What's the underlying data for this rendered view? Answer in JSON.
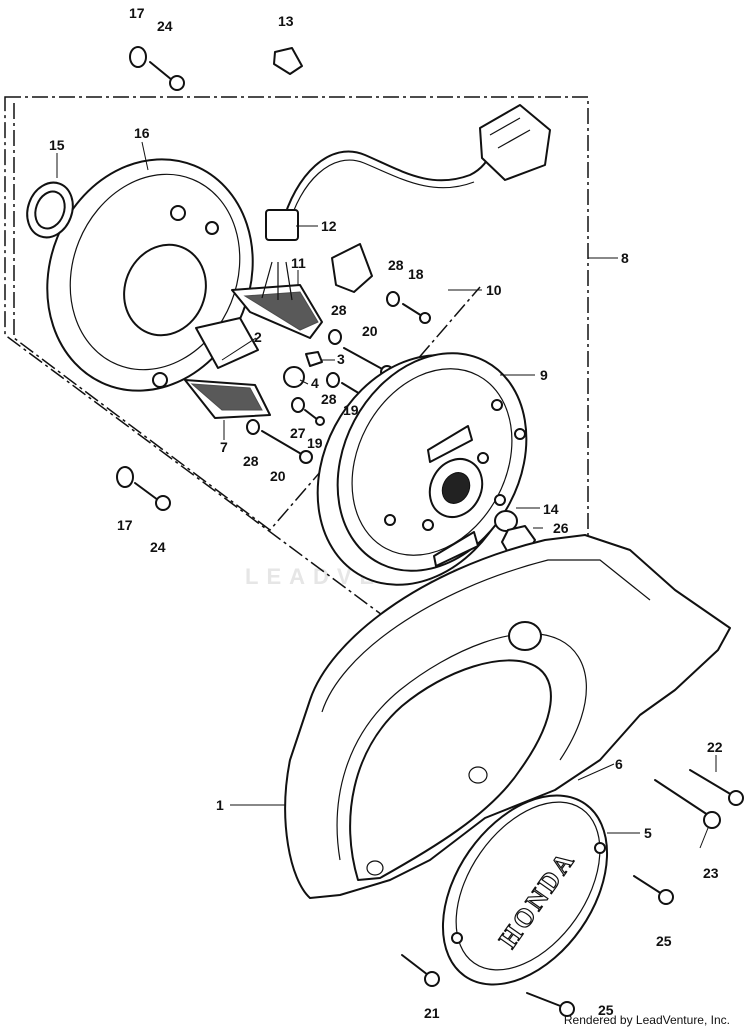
{
  "callouts": {
    "c1": "1",
    "c2": "2",
    "c3": "3",
    "c4": "4",
    "c5": "5",
    "c6": "6",
    "c7": "7",
    "c8": "8",
    "c9": "9",
    "c10": "10",
    "c11": "11",
    "c12": "12",
    "c13": "13",
    "c14": "14",
    "c15": "15",
    "c16": "16",
    "c17a": "17",
    "c17b": "17",
    "c18": "18",
    "c19a": "19",
    "c19b": "19",
    "c20a": "20",
    "c20b": "20",
    "c21": "21",
    "c22": "22",
    "c23": "23",
    "c24a": "24",
    "c24b": "24",
    "c25a": "25",
    "c25b": "25",
    "c26": "26",
    "c27": "27",
    "c28a": "28",
    "c28b": "28",
    "c28c": "28",
    "c28d": "28"
  },
  "watermark": "LEADVENTURE",
  "cover_logo": "HONDA",
  "footer": "Rendered by LeadVenture, Inc."
}
